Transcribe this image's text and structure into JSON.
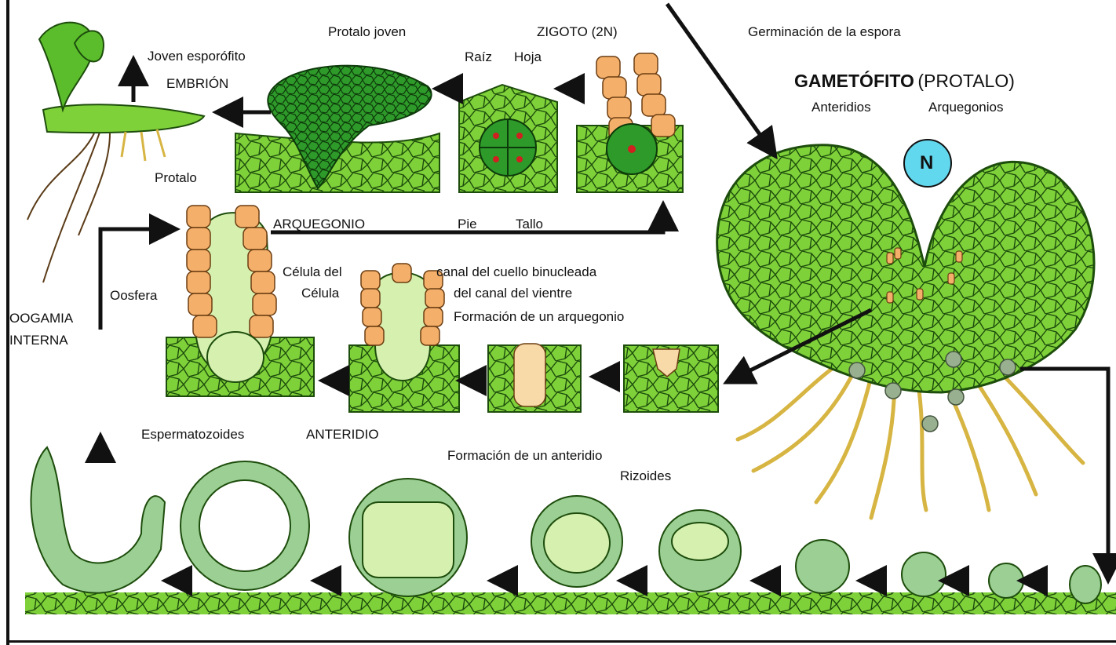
{
  "colors": {
    "tissue": "#7fd13a",
    "tissue_dark": "#2f8a16",
    "embryo": "#2e9a2a",
    "orange_cell": "#f4b06a",
    "pale_cell": "#d6f0b0",
    "antheridium": "#9ccf94",
    "rhizoid": "#d7b543",
    "nucleus": "#6ad2ea",
    "badge": "#62d8ee",
    "ink": "#111111"
  },
  "labels": {
    "protalo_joven": "Protalo joven",
    "zigoto": "ZIGOTO (2N)",
    "germinacion": "Germinación de la espora",
    "gametofito_bold": "GAMETÓFITO",
    "gametofito_rest": "(PROTALO)",
    "anteridios": "Anteridios",
    "arquegonios": "Arquegonios",
    "ploidy_badge": "N",
    "joven_esporofito": "Joven esporófito",
    "embrion": "EMBRIÓN",
    "raiz": "Raíz",
    "hoja": "Hoja",
    "protalo": "Protalo",
    "pie": "Pie",
    "tallo": "Tallo",
    "arquegonio": "ARQUEGONIO",
    "celula_del": "Célula del",
    "celula": "Célula",
    "canal_cuello": "canal del cuello binucleada",
    "canal_vientre": "del canal del vientre",
    "formacion_arquegonio": "Formación de un arquegonio",
    "oosfera": "Oosfera",
    "oogamia": "OOGAMIA",
    "interna": "INTERNA",
    "espermatozoides": "Espermatozoides",
    "anteridio": "ANTERIDIO",
    "formacion_anteridio": "Formación de un anteridio",
    "rizoides": "Rizoides"
  }
}
